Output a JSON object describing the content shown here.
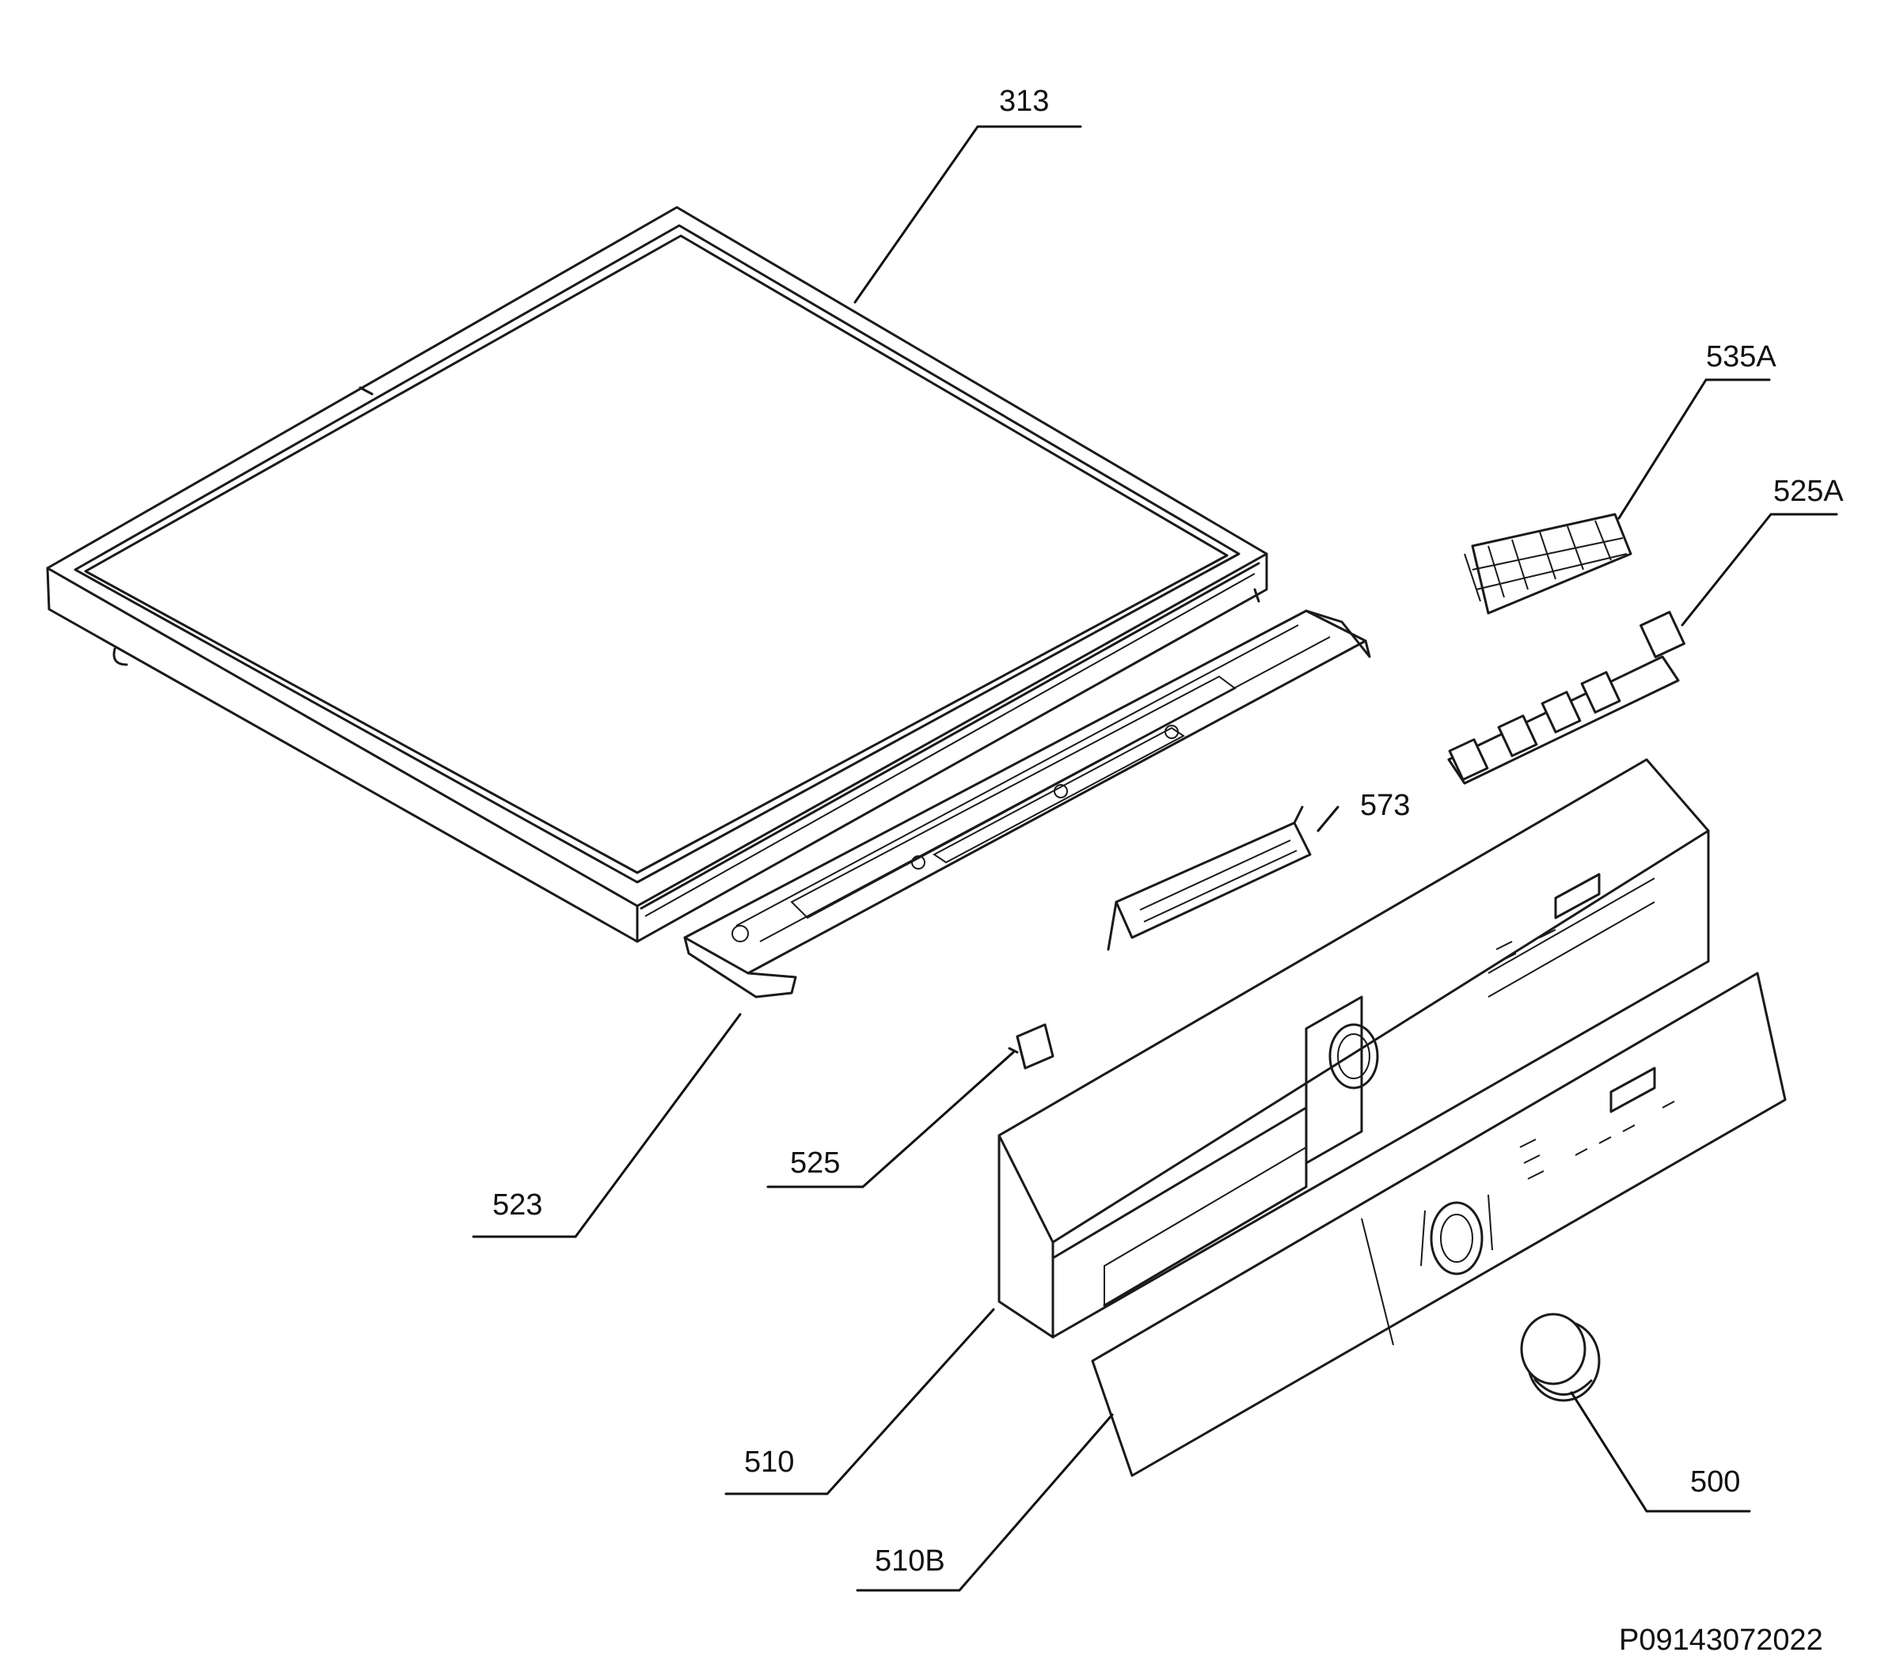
{
  "callouts": {
    "c313": "313",
    "c535A": "535A",
    "c525A": "525A",
    "c573": "573",
    "c523": "523",
    "c525": "525",
    "c510": "510",
    "c510B": "510B",
    "c500": "500"
  },
  "reference_code": "P09143072022"
}
